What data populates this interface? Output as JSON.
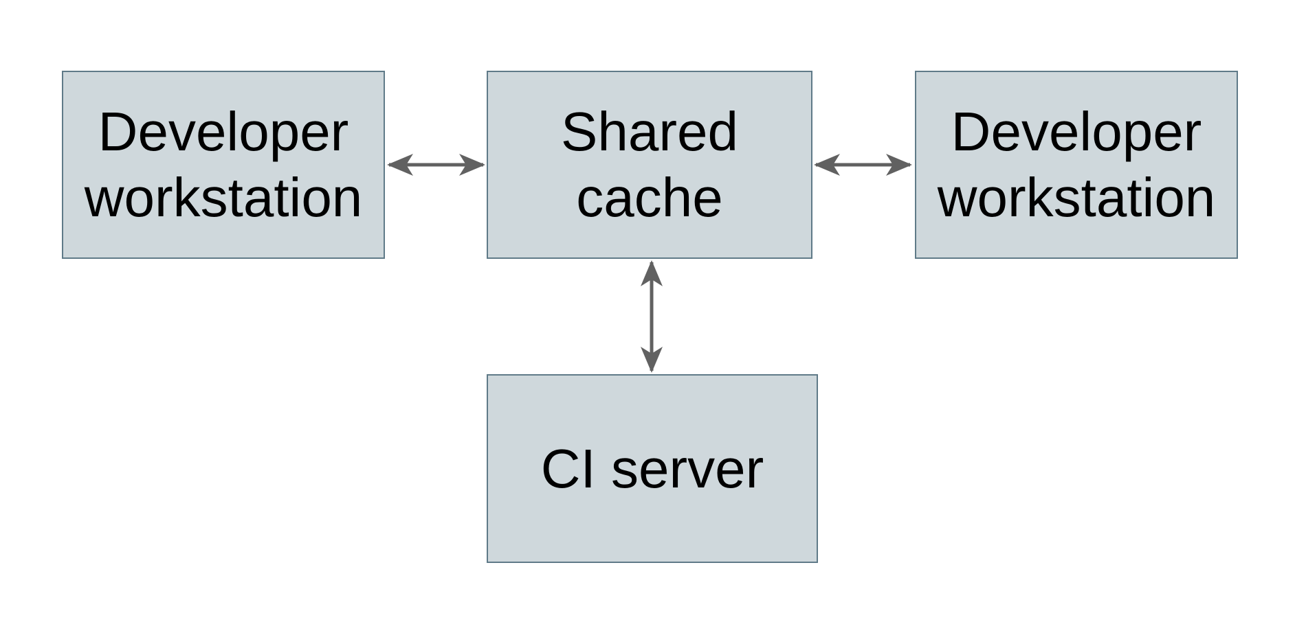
{
  "nodes": {
    "workstation_left": {
      "label": "Developer workstation"
    },
    "shared_cache": {
      "label": "Shared cache"
    },
    "workstation_right": {
      "label": "Developer workstation"
    },
    "ci_server": {
      "label": "CI server"
    }
  },
  "edges": [
    {
      "from": "workstation_left",
      "to": "shared_cache",
      "direction": "bidirectional"
    },
    {
      "from": "shared_cache",
      "to": "workstation_right",
      "direction": "bidirectional"
    },
    {
      "from": "shared_cache",
      "to": "ci_server",
      "direction": "bidirectional"
    }
  ],
  "colors": {
    "background": "#ffffff",
    "node_fill": "#cfd8dc",
    "node_border": "#5f7a88",
    "arrow": "#616161",
    "text": "#000000"
  }
}
